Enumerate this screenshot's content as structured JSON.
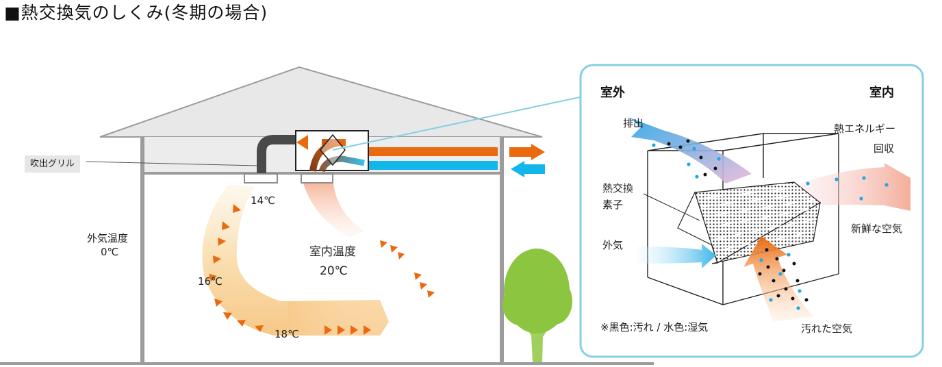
{
  "title": "■熱交換気のしくみ(冬期の場合)",
  "house": {
    "grille_label": "吹出グリル",
    "outdoor_temp_label": "外気温度",
    "outdoor_temp_value": "0℃",
    "indoor_temp_label": "室内温度",
    "indoor_temp_value": "20℃",
    "airflow_temps": [
      "14℃",
      "16℃",
      "18℃"
    ]
  },
  "detail": {
    "outside_label": "室外",
    "inside_label": "室内",
    "exhaust_label": "排出",
    "heat_recovery_label_1": "熱エネルギー",
    "heat_recovery_label_2": "回収",
    "element_label_1": "熱交換",
    "element_label_2": "素子",
    "outdoor_air_label": "外気",
    "fresh_air_label": "新鮮な空気",
    "dirty_air_label": "汚れた空気",
    "legend_note": "※黒色:汚れ / 水色:湿気"
  },
  "colors": {
    "orange": "#ea6a0f",
    "cyan": "#11b6ea",
    "roof_gray": "#e8e8e8",
    "wall_gray": "#9c9c9c",
    "tree_green": "#8cc540",
    "panel_border": "#86cfe3"
  }
}
